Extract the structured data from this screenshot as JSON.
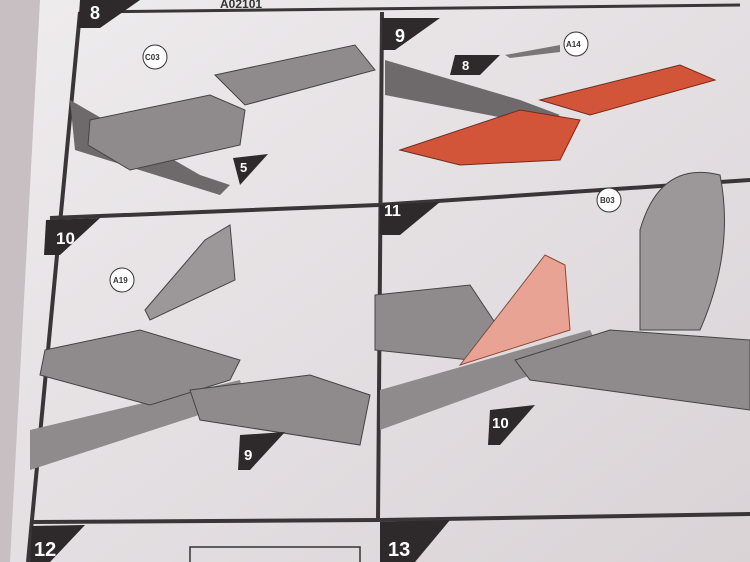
{
  "header_code": "A02101",
  "steps": [
    {
      "number": "8",
      "callouts": [
        "C03",
        "5"
      ]
    },
    {
      "number": "9",
      "callouts": [
        "8",
        "A14"
      ]
    },
    {
      "number": "10",
      "callouts": [
        "A19",
        "9"
      ]
    },
    {
      "number": "11",
      "callouts": [
        "B03",
        "10"
      ]
    },
    {
      "number": "12"
    },
    {
      "number": "13"
    }
  ],
  "colors": {
    "paper": "#e6e2e4",
    "line": "#3a3537",
    "grey_part": "#8f8b8d",
    "red_part": "#d2553a",
    "pink_part": "#e8a394"
  }
}
